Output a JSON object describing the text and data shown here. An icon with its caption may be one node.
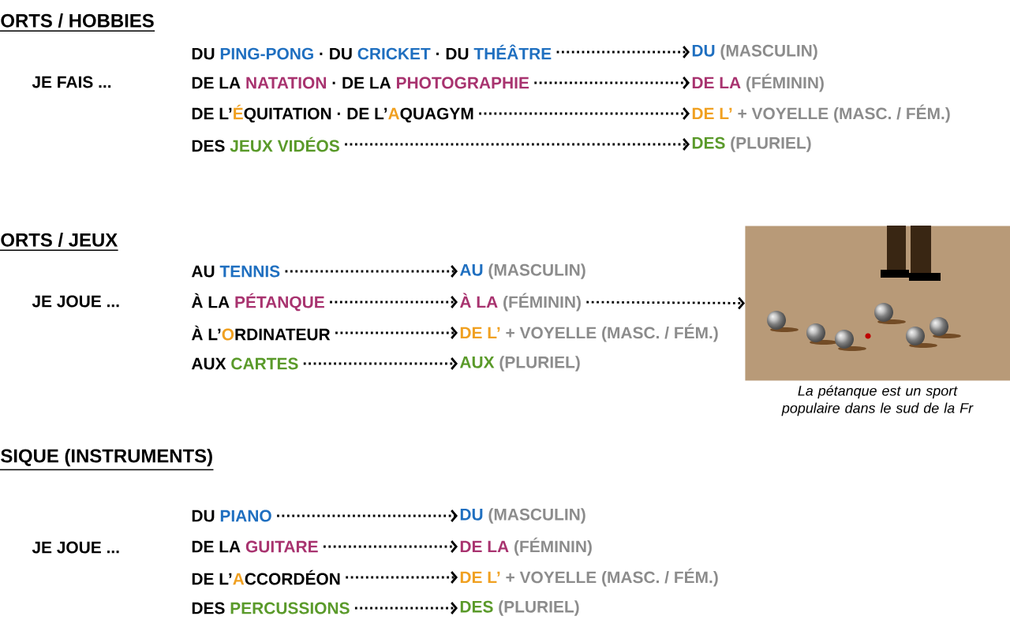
{
  "diagram": {
    "nodes": [
      {
        "text": [
          "DU",
          "PING-PONG",
          "·",
          "DU",
          "CRICKET",
          "·",
          "DU",
          "THÉÂTRE"
        ]
      },
      {
        "text": [
          "DU",
          "(MASCULIN)"
        ]
      },
      {
        "text": [
          "DE LA",
          "NATATION",
          "·",
          "DE LA",
          "PHOTOGRAPHIE"
        ]
      },
      {
        "text": [
          "DE LA",
          "(FÉMININ)"
        ]
      },
      {
        "text": [
          "DE L’",
          "É",
          "QUITATION",
          "·",
          "DE L’",
          "A",
          "QUAGYM"
        ]
      },
      {
        "text": [
          "DE L’",
          "+ VOYELLE",
          "(MASC. / FÉM.)"
        ]
      },
      {
        "text": [
          "DES",
          "JEUX VIDÉOS"
        ]
      },
      {
        "text": [
          "DES",
          "(PLURIEL)"
        ]
      },
      {
        "text": [
          "AU",
          "TENNIS"
        ]
      },
      {
        "text": [
          "AU",
          "(MASCULIN)"
        ]
      },
      {
        "text": [
          "À LA",
          "PÉTANQUE"
        ]
      },
      {
        "text": [
          "À LA",
          "(FÉMININ)"
        ]
      },
      {
        "text": [
          "À L’",
          "O",
          "RDINATEUR"
        ]
      },
      {
        "text": [
          "DE L’",
          "+ VOYELLE",
          "(MASC. / FÉM.)"
        ]
      },
      {
        "text": [
          "AUX",
          "CARTES"
        ]
      },
      {
        "text": [
          "AUX",
          "(PLURIEL)"
        ]
      },
      {
        "text": [],
        "shape": "picture",
        "beside": [
          "La pétanque est un sport populaire dans le sud de la Fr"
        ]
      },
      {
        "text": [
          "DU",
          "PIANO"
        ]
      },
      {
        "text": [
          "DU",
          "(MASCULIN)"
        ]
      },
      {
        "text": [
          "DE LA",
          "GUITARE"
        ]
      },
      {
        "text": [
          "DE LA",
          "(FÉMININ)"
        ]
      },
      {
        "text": [
          "DE L’",
          "A",
          "CCORDÉON"
        ]
      },
      {
        "text": [
          "DE L’",
          "+ VOYELLE",
          "(MASC. / FÉM.)"
        ]
      },
      {
        "text": [
          "DES",
          "PERCUSSIONS"
        ]
      },
      {
        "text": [
          "DES",
          "(PLURIEL)"
        ]
      }
    ],
    "edges": [
      {
        "from": 0,
        "to": 1,
        "arrow": "to"
      },
      {
        "from": 2,
        "to": 3,
        "arrow": "to"
      },
      {
        "from": 4,
        "to": 5,
        "arrow": "to"
      },
      {
        "from": 6,
        "to": 7,
        "arrow": "to"
      },
      {
        "from": 8,
        "to": 9,
        "arrow": "to"
      },
      {
        "from": 10,
        "to": 11,
        "arrow": "to"
      },
      {
        "from": 12,
        "to": 13,
        "arrow": "to"
      },
      {
        "from": 14,
        "to": 15,
        "arrow": "to"
      },
      {
        "from": 11,
        "to": 16,
        "arrow": "to"
      },
      {
        "from": 17,
        "to": 18,
        "arrow": "to"
      },
      {
        "from": 19,
        "to": 20,
        "arrow": "to"
      },
      {
        "from": 21,
        "to": 22,
        "arrow": "to"
      },
      {
        "from": 23,
        "to": 24,
        "arrow": "to"
      }
    ],
    "labels": [
      "ORTS / HOBBIES",
      "JE FAIS ...",
      "ORTS / JEUX",
      "JE JOUE ...",
      "SIQUE (INSTRUMENTS)",
      "JE JOUE ..."
    ]
  }
}
